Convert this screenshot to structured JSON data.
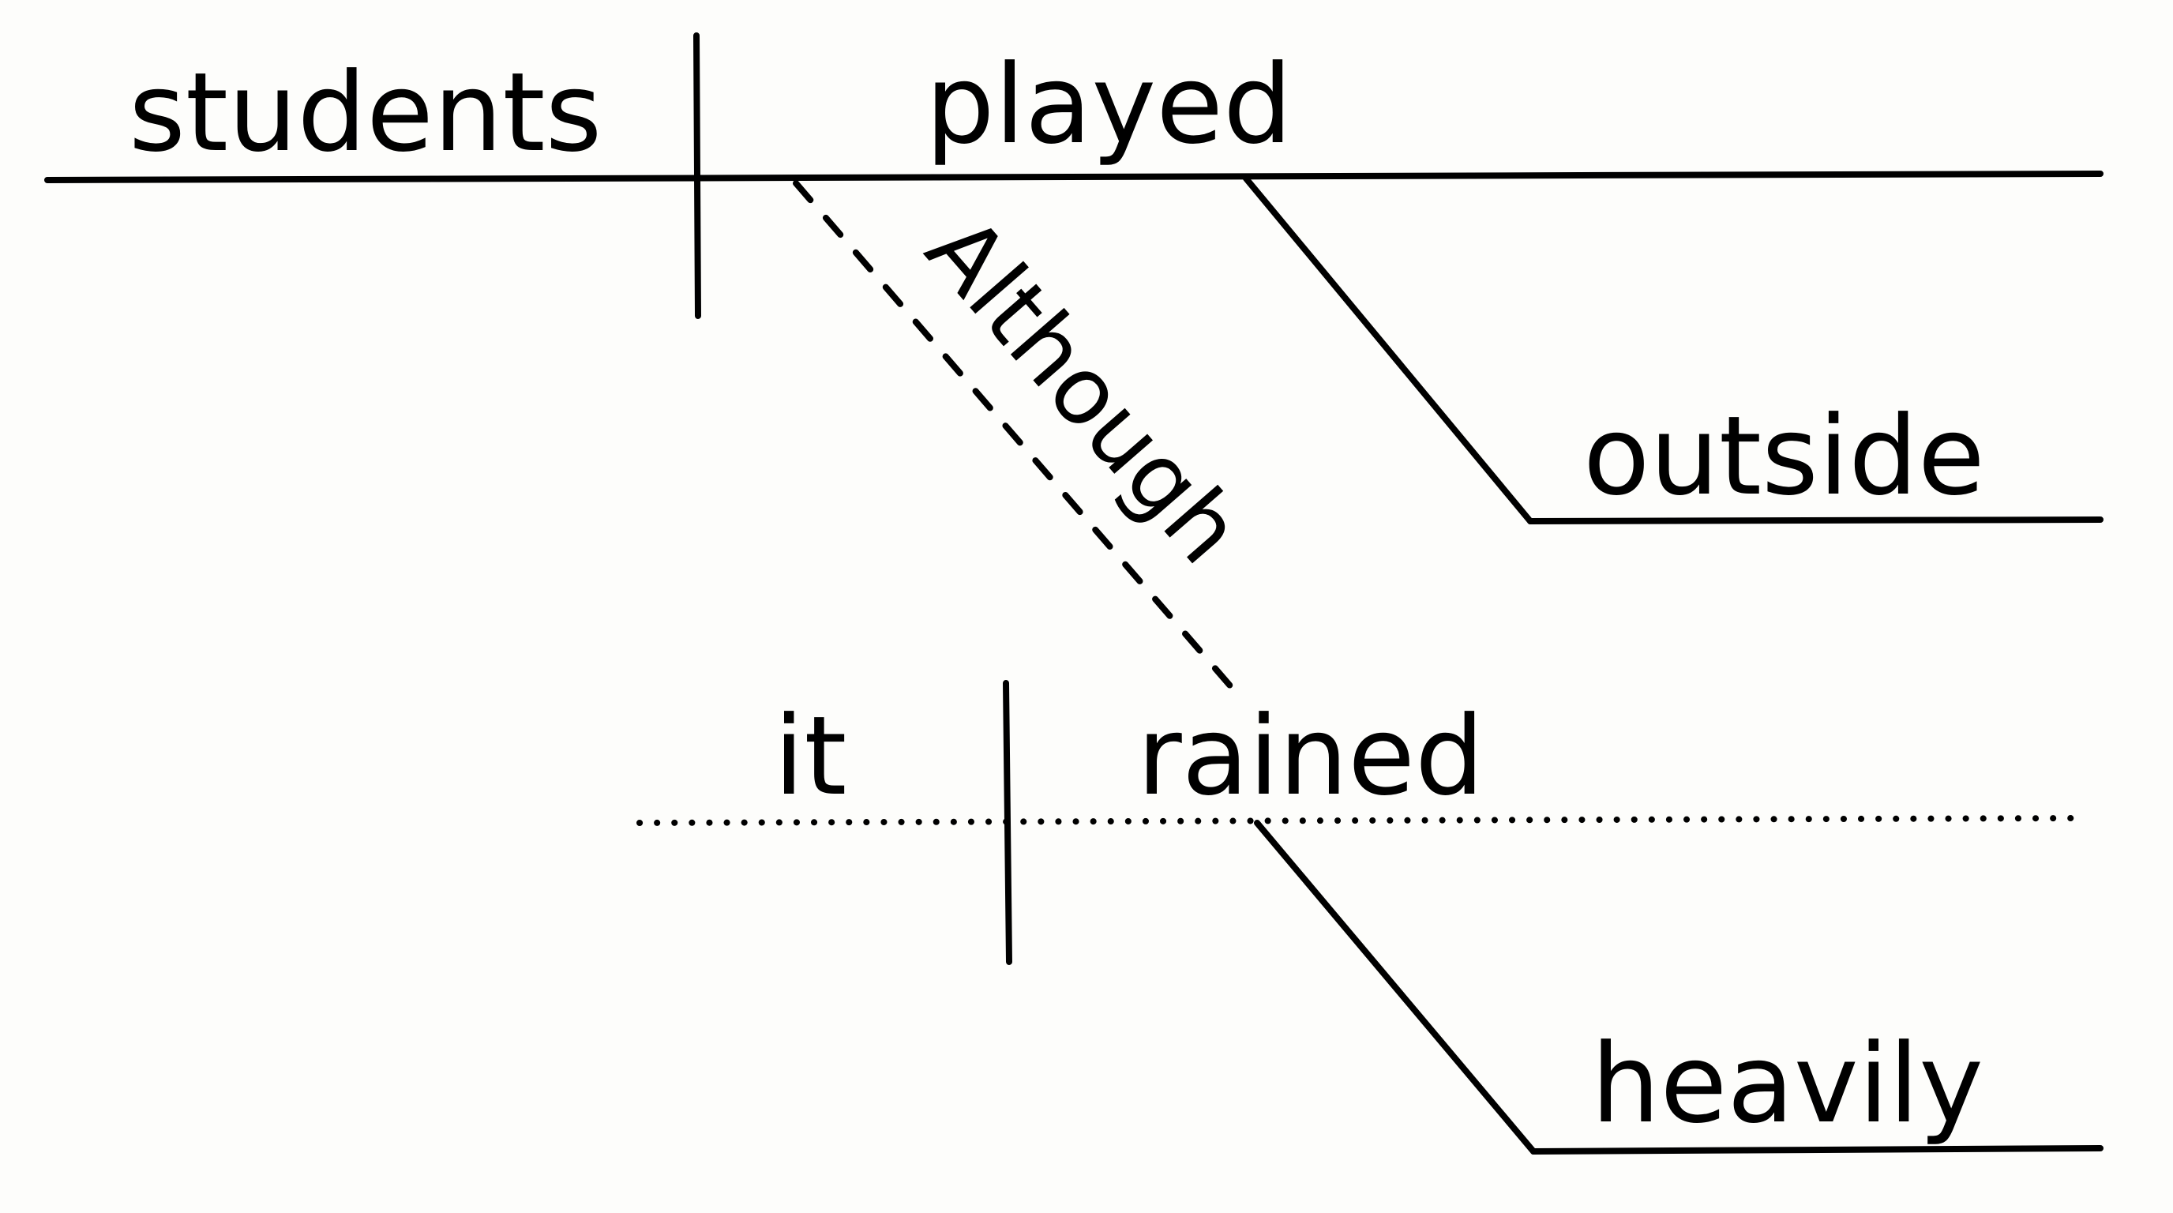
{
  "diagram": {
    "main_clause": {
      "subject": "students",
      "verb": "played",
      "modifier": "outside"
    },
    "subordinate_clause": {
      "conjunction": "Although",
      "subject": "it",
      "verb": "rained",
      "modifier": "heavily"
    }
  }
}
